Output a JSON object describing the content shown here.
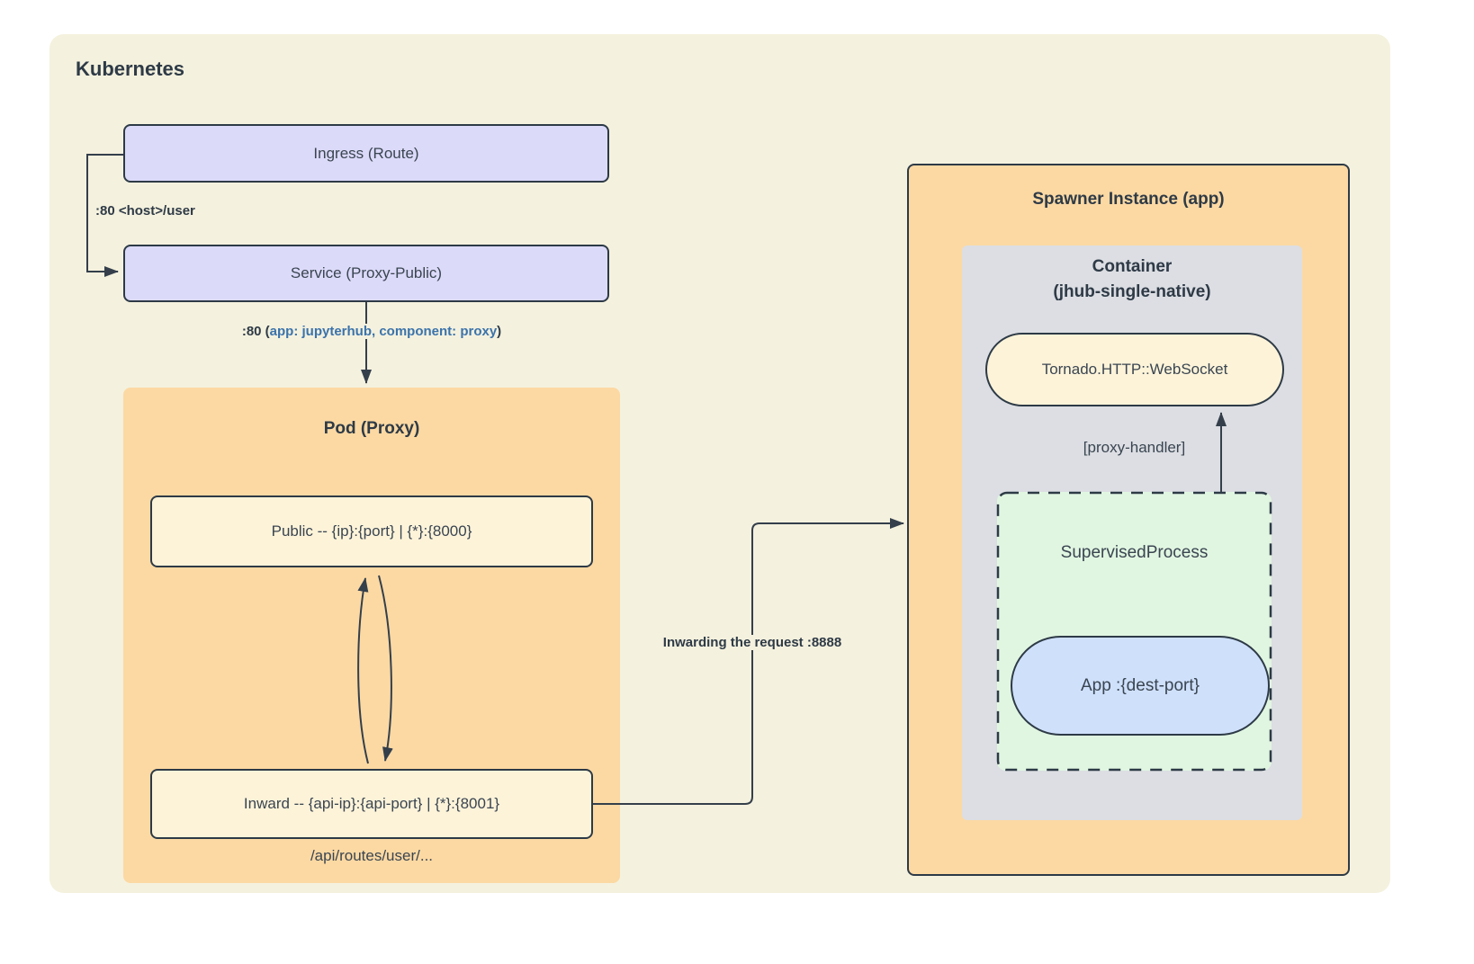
{
  "colors": {
    "page_bg": "#ffffff",
    "outer_bg": "#f4f1de",
    "orange_group": "#fcd9a3",
    "lavender_node": "#dcdaf9",
    "cream_node": "#fdf3d9",
    "gray_container": "#dcdee3",
    "green_process": "#e1f6e1",
    "blue_pill": "#cfe0fb",
    "stroke": "#2d3a46",
    "text": "#3a4551",
    "edge_label_blue": "#3b73ab"
  },
  "diagram": {
    "title": "Kubernetes",
    "ingress": {
      "label": "Ingress (Route)"
    },
    "service": {
      "label": "Service (Proxy-Public)"
    },
    "pod": {
      "title": "Pod (Proxy)",
      "public_label": "Public -- {ip}:{port} | {*}:{8000}",
      "inward_label": "Inward -- {api-ip}:{api-port} | {*}:{8001}",
      "routes_note": "/api/routes/user/..."
    },
    "spawner": {
      "title": "Spawner Instance (app)",
      "container": {
        "title_line1": "Container",
        "title_line2": "(jhub-single-native)",
        "websocket_label": "Tornado.HTTP::WebSocket",
        "proxy_handler_label": "[proxy-handler]",
        "supervised": {
          "title": "SupervisedProcess",
          "app_label": "App :{dest-port}"
        }
      }
    },
    "edges": {
      "ingress_to_service_label": ":80 <host>/user",
      "service_to_pod_prefix": ":80 (",
      "service_to_pod_selector": "app: jupyterhub, component: proxy",
      "service_to_pod_suffix": ")",
      "inward_to_spawner_label": "Inwarding the request :8888"
    }
  }
}
